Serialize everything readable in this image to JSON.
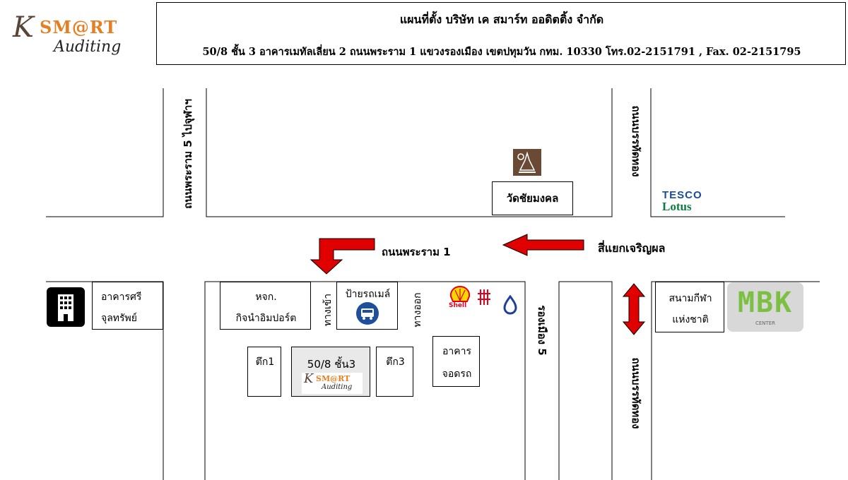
{
  "logo": {
    "k": "K",
    "smart": "SM@RT",
    "auditing": "Auditing"
  },
  "header": {
    "title": "แผนที่ตั้ง บริษัท เค สมาร์ท ออดิตติ้ง จำกัด",
    "address": "50/8 ชั้น 3 อาคารเมทัลเลี่ยน 2 ถนนพระราม 1 แขวงรองเมือง เขตปทุมวัน กทม. 10330 โทร.02-2151791 , Fax. 02-2151795"
  },
  "roads": {
    "rama5": "ถนนพระราม 5 ไปจุฬาฯ",
    "rama1": "ถนนพระราม 1",
    "bantat_top": "ถนนบรรทัดทอง",
    "bantat_bottom": "ถนนบรรทัดทอง",
    "rongmueang5": "รองเมือง 5",
    "charoenphon": "สี่แยกเจริญผล"
  },
  "places": {
    "wat": "วัดชัยมงคล",
    "tesco": "TESCO",
    "lotus": "Lotus",
    "building_sri_1": "อาคารศรี",
    "building_sri_2": "จุลทรัพย์",
    "company_1": "หจก.",
    "company_2": "กิจนำอิมปอร์ต",
    "entrance": "ทางเข้า",
    "bus_stop": "ป้ายรถเมล์",
    "exit": "ทางออก",
    "shell": "Shell",
    "parking_1": "อาคาร",
    "parking_2": "จอดรถ",
    "stadium_1": "สนามกีฬา",
    "stadium_2": "แห่งชาติ",
    "mbk": "MBK",
    "mbk_sub": "CENTER",
    "tower1": "ตึก1",
    "office": "50/8 ชั้น3",
    "tower3": "ตึก3"
  },
  "colors": {
    "arrow_red": "#e00000",
    "logo_brown": "#5a4438",
    "logo_orange": "#e67e22",
    "tesco_red": "#e2231a",
    "tesco_blue": "#1a4b9b",
    "lotus_green": "#0a7d3f",
    "bus_blue": "#1d4f9c",
    "mbk_green": "#7bc043",
    "wat_brown": "#6b4a35",
    "bbl_blue": "#1f3f9b",
    "shell_red": "#e4001b",
    "shell_yellow": "#ffd500",
    "gray_box": "#e9e9e9"
  },
  "icons": [
    "building-icon",
    "temple-icon",
    "bus-icon",
    "shell-logo-icon",
    "barrier-icon",
    "bangkok-bank-icon",
    "red-arrow-icon",
    "double-arrow-icon"
  ]
}
